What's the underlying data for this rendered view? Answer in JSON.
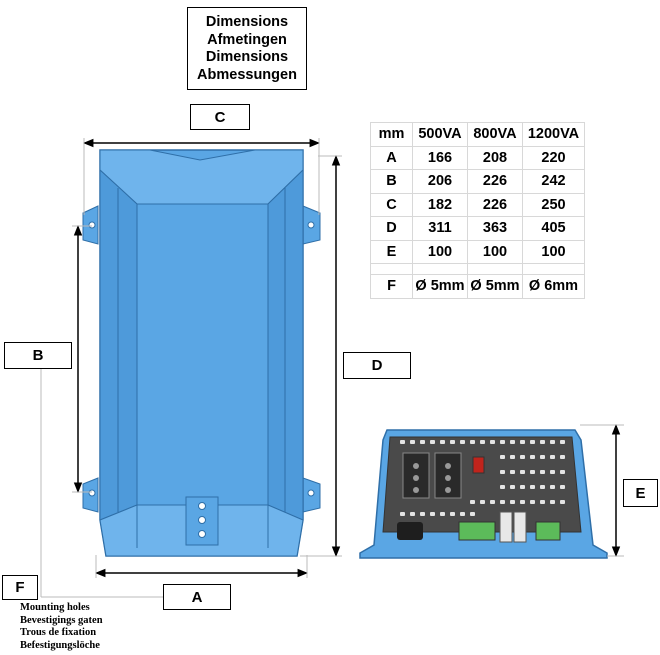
{
  "title_lines": [
    "Dimensions",
    "Afmetingen",
    "Dimensions",
    "Abmessungen"
  ],
  "labels": {
    "a": "A",
    "b": "B",
    "c": "C",
    "d": "D",
    "e": "E",
    "f": "F"
  },
  "table": {
    "header": [
      "mm",
      "500VA",
      "800VA",
      "1200VA"
    ],
    "rows": [
      [
        "A",
        "166",
        "208",
        "220"
      ],
      [
        "B",
        "206",
        "226",
        "242"
      ],
      [
        "C",
        "182",
        "226",
        "250"
      ],
      [
        "D",
        "311",
        "363",
        "405"
      ],
      [
        "E",
        "100",
        "100",
        "100"
      ],
      [
        "",
        "",
        "",
        ""
      ],
      [
        "F",
        "Ø 5mm",
        "Ø 5mm",
        "Ø 6mm"
      ]
    ]
  },
  "footnote_lines": [
    "Mounting holes",
    "Bevestigings gaten",
    "Trous de fixation",
    "Befestigungslöche"
  ],
  "colors": {
    "housing": "#5aa6e4",
    "housing_dark": "#3b86c6",
    "panel": "#4a4a4a"
  }
}
